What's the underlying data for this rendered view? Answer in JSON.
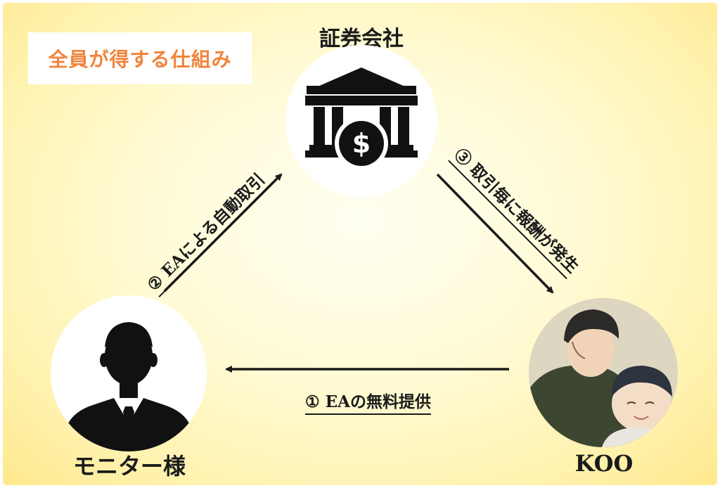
{
  "title": "全員が得する仕組み",
  "nodes": {
    "bank": {
      "label": "証券会社",
      "icon": "bank-dollar-icon"
    },
    "monitor": {
      "label": "モニター様",
      "icon": "businessman-icon"
    },
    "koo": {
      "label": "KOO",
      "icon": "koo-illustration"
    }
  },
  "edges": {
    "step1": "① EAの無料提供",
    "step2": "② EAによる自動取引",
    "step3": "③ 取引毎に報酬が発生"
  },
  "colors": {
    "title_text": "#f0843c",
    "background": "#fff6c4",
    "arrow": "#1a1a1a"
  }
}
